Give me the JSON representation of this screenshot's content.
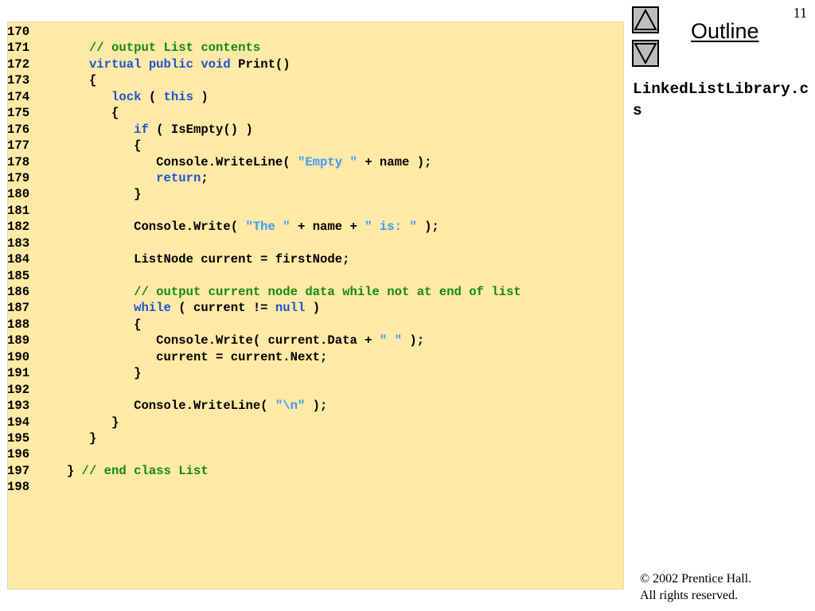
{
  "slide": {
    "number": "11",
    "outline_label": "Outline",
    "file_title": "LinkedListLibrary.cs",
    "copyright_line1": "© 2002 Prentice Hall.",
    "copyright_line2": "All rights reserved.",
    "nav_up_icon": "triangle-up-icon",
    "nav_down_icon": "triangle-down-icon"
  },
  "colors": {
    "code_background": "#ffe9a6",
    "keyword": "#1c55d6",
    "comment": "#148a14",
    "string": "#3a9cff",
    "nav_button": "#bdbdbd"
  },
  "code_lines": [
    {
      "ln": "170",
      "tokens": []
    },
    {
      "ln": "171",
      "tokens": [
        {
          "t": "      "
        },
        {
          "c": "// output List contents"
        }
      ]
    },
    {
      "ln": "172",
      "tokens": [
        {
          "t": "      "
        },
        {
          "k": "virtual"
        },
        {
          "t": " "
        },
        {
          "k": "public"
        },
        {
          "t": " "
        },
        {
          "k": "void"
        },
        {
          "t": " Print()"
        }
      ]
    },
    {
      "ln": "173",
      "tokens": [
        {
          "t": "      {"
        }
      ]
    },
    {
      "ln": "174",
      "tokens": [
        {
          "t": "         "
        },
        {
          "k": "lock"
        },
        {
          "t": " ( "
        },
        {
          "k": "this"
        },
        {
          "t": " )"
        }
      ]
    },
    {
      "ln": "175",
      "tokens": [
        {
          "t": "         {"
        }
      ]
    },
    {
      "ln": "176",
      "tokens": [
        {
          "t": "            "
        },
        {
          "k": "if"
        },
        {
          "t": " ( IsEmpty() )"
        }
      ]
    },
    {
      "ln": "177",
      "tokens": [
        {
          "t": "            {"
        }
      ]
    },
    {
      "ln": "178",
      "tokens": [
        {
          "t": "               Console.WriteLine( "
        },
        {
          "s": "\"Empty \""
        },
        {
          "t": " + name );"
        }
      ]
    },
    {
      "ln": "179",
      "tokens": [
        {
          "t": "               "
        },
        {
          "k": "return"
        },
        {
          "t": ";"
        }
      ]
    },
    {
      "ln": "180",
      "tokens": [
        {
          "t": "            }"
        }
      ]
    },
    {
      "ln": "181",
      "tokens": []
    },
    {
      "ln": "182",
      "tokens": [
        {
          "t": "            Console.Write( "
        },
        {
          "s": "\"The \""
        },
        {
          "t": " + name + "
        },
        {
          "s": "\" is: \""
        },
        {
          "t": " );"
        }
      ]
    },
    {
      "ln": "183",
      "tokens": []
    },
    {
      "ln": "184",
      "tokens": [
        {
          "t": "            ListNode current = firstNode;"
        }
      ]
    },
    {
      "ln": "185",
      "tokens": []
    },
    {
      "ln": "186",
      "tokens": [
        {
          "t": "            "
        },
        {
          "c": "// output current node data while not at end of list"
        }
      ]
    },
    {
      "ln": "187",
      "tokens": [
        {
          "t": "            "
        },
        {
          "k": "while"
        },
        {
          "t": " ( current != "
        },
        {
          "k": "null"
        },
        {
          "t": " )"
        }
      ]
    },
    {
      "ln": "188",
      "tokens": [
        {
          "t": "            {"
        }
      ]
    },
    {
      "ln": "189",
      "tokens": [
        {
          "t": "               Console.Write( current.Data + "
        },
        {
          "s": "\" \""
        },
        {
          "t": " );"
        }
      ]
    },
    {
      "ln": "190",
      "tokens": [
        {
          "t": "               current = current.Next;"
        }
      ]
    },
    {
      "ln": "191",
      "tokens": [
        {
          "t": "            }"
        }
      ]
    },
    {
      "ln": "192",
      "tokens": []
    },
    {
      "ln": "193",
      "tokens": [
        {
          "t": "            Console.WriteLine( "
        },
        {
          "s": "\"\\n\""
        },
        {
          "t": " );"
        }
      ]
    },
    {
      "ln": "194",
      "tokens": [
        {
          "t": "         }"
        }
      ]
    },
    {
      "ln": "195",
      "tokens": [
        {
          "t": "      }"
        }
      ]
    },
    {
      "ln": "196",
      "tokens": []
    },
    {
      "ln": "197",
      "tokens": [
        {
          "t": "   } "
        },
        {
          "c": "// end class List"
        }
      ]
    },
    {
      "ln": "198",
      "tokens": []
    }
  ]
}
